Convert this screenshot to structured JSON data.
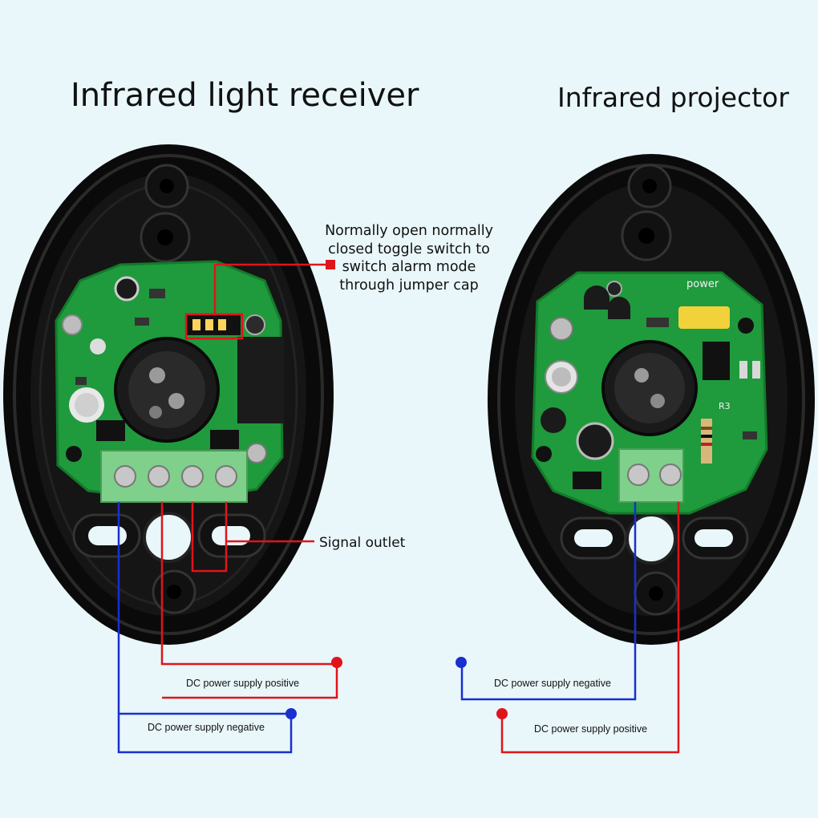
{
  "titles": {
    "receiver": "Infrared light receiver",
    "projector": "Infrared projector"
  },
  "annotations": {
    "toggle_note_lines": [
      "Normally open normally",
      "closed toggle switch to",
      "switch alarm mode",
      "through jumper cap"
    ],
    "signal_outlet": "Signal outlet"
  },
  "wire_labels": {
    "receiver_positive": "DC power supply positive",
    "receiver_negative": "DC power supply negative",
    "projector_negative": "DC power supply negative",
    "projector_positive": "DC power supply positive"
  },
  "pcb_marks": {
    "power": "power",
    "r3": "R3"
  },
  "colors": {
    "positive_wire": "#e0141b",
    "negative_wire": "#1a2fd0",
    "pcb_green": "#1f9a3c",
    "housing": "#0b0b0b",
    "terminal": "#7fd08a"
  }
}
